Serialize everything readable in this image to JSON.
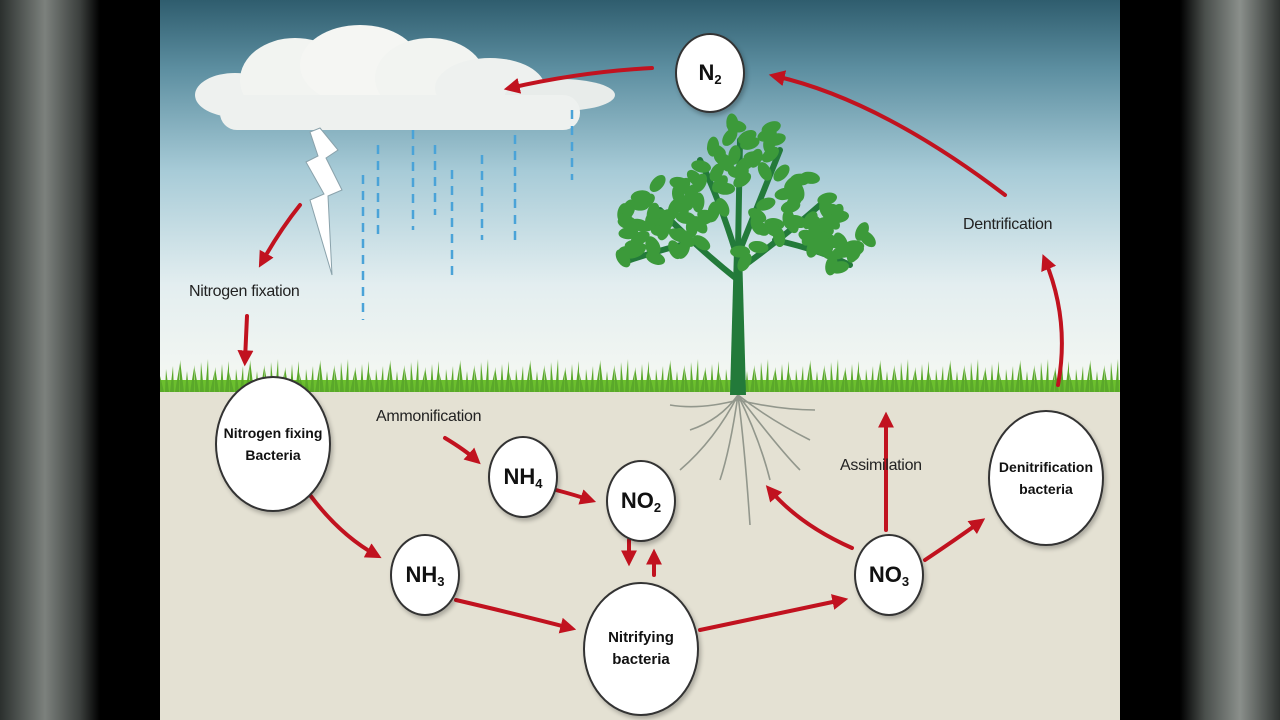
{
  "diagram": {
    "nodes": {
      "n2": {
        "base": "N",
        "sub": "2"
      },
      "nitrogen_fixing_bacteria": "Nitrogen fixing Bacteria",
      "nh3": {
        "base": "NH",
        "sub": "3"
      },
      "nh4": {
        "base": "NH",
        "sub": "4"
      },
      "no2": {
        "base": "NO",
        "sub": "2"
      },
      "no3": {
        "base": "NO",
        "sub": "3"
      },
      "nitrifying_bacteria": "Nitrifying bacteria",
      "denitrification_bacteria": "Denitrification bacteria"
    },
    "labels": {
      "nitrogen_fixation": "Nitrogen fixation",
      "ammonification": "Ammonification",
      "assimilation": "Assimilation",
      "dentrification": "Dentrification"
    },
    "colors": {
      "arrow": "#c1121f",
      "leaf": "#3c9a3a",
      "trunk": "#237a3a",
      "grass": "#6bbf2e",
      "rain": "#4aa3d8"
    }
  }
}
